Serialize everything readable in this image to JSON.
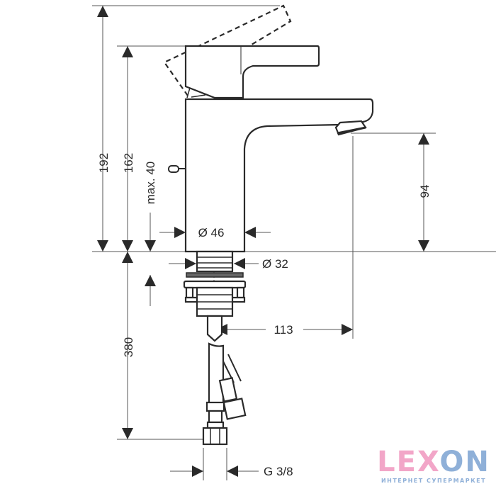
{
  "drawing": {
    "dimensions": {
      "height_total": "192",
      "height_body": "162",
      "popup_max": "max. 40",
      "spout_height": "94",
      "body_diameter": "Ø 46",
      "thread_diameter": "Ø 32",
      "spout_reach": "113",
      "hose_length": "380",
      "connection": "G 3/8"
    }
  },
  "logo": {
    "word_pink": "LEX",
    "word_blue": "ON",
    "tagline": "ИНТЕРНЕТ СУПЕРМАРКЕТ"
  }
}
